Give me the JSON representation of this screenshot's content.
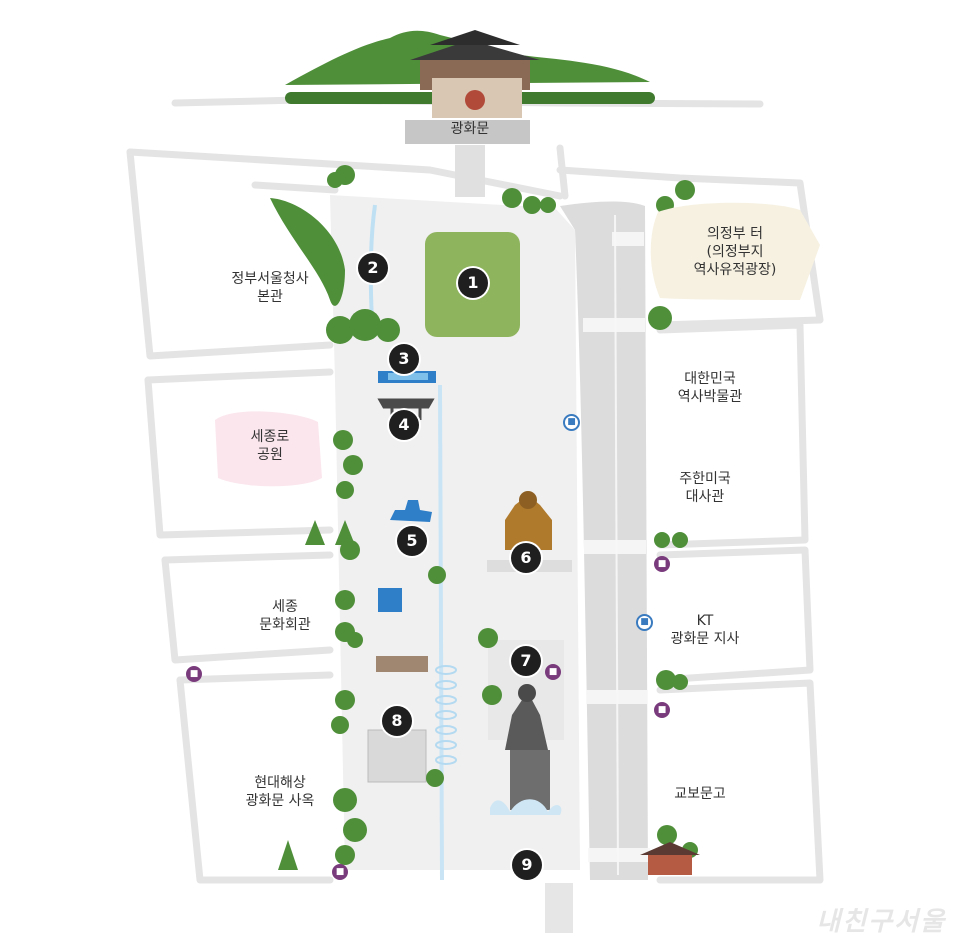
{
  "places": {
    "gwanghwamun": "광화문",
    "government_complex": "정부서울청사\n본관",
    "sejongro_park": "세종로\n공원",
    "sejong_center": "세종\n문화회관",
    "hyundai_marine": "현대해상\n광화문 사옥",
    "uijeongbu_site": "의정부 터\n(의정부지\n역사유적광장)",
    "history_museum": "대한민국\n역사박물관",
    "us_embassy": "주한미국\n대사관",
    "kt_branch": "KT\n광화문 지사",
    "kyobo": "교보문고"
  },
  "markers": [
    "1",
    "2",
    "3",
    "4",
    "5",
    "6",
    "7",
    "8",
    "9"
  ],
  "watermark": "내친구서울",
  "colors": {
    "road": "#d8d8d8",
    "outline": "#e2e2e2",
    "plaza": "#efefef",
    "lawn": "#8fb45e",
    "marker": "#1f1f1f",
    "fountain": "#2f7fc8",
    "tree": "#4f8f3a",
    "park_pink": "#fbe6ee",
    "site_beige": "#f6f1e1",
    "bus_stop": "#7a3b7d"
  }
}
